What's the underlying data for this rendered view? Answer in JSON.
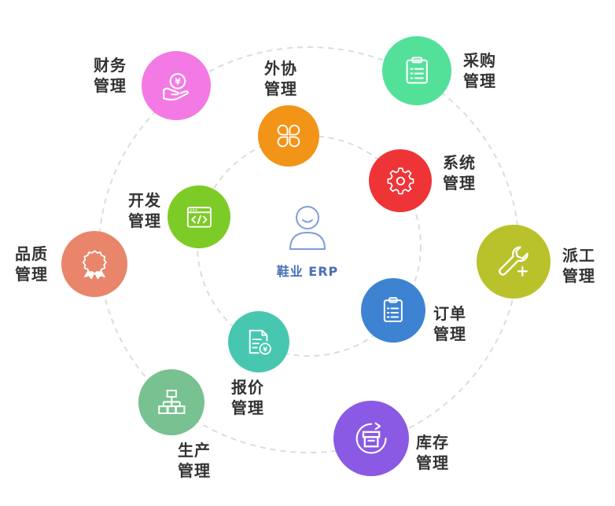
{
  "center": {
    "title": "鞋业 ERP"
  },
  "modules": [
    {
      "name": "finance",
      "line1": "财务",
      "line2": "管理",
      "color": "#f37ae4",
      "icon": "hand-coin-icon"
    },
    {
      "name": "outsourcing",
      "line1": "外协",
      "line2": "管理",
      "color": "#f29418",
      "icon": "clover-icon"
    },
    {
      "name": "purchasing",
      "line1": "采购",
      "line2": "管理",
      "color": "#53e19a",
      "icon": "clipboard-list-icon"
    },
    {
      "name": "system",
      "line1": "系统",
      "line2": "管理",
      "color": "#ef3438",
      "icon": "gear-icon"
    },
    {
      "name": "development",
      "line1": "开发",
      "line2": "管理",
      "color": "#7dcb26",
      "icon": "code-window-icon"
    },
    {
      "name": "dispatch",
      "line1": "派工",
      "line2": "管理",
      "color": "#b9c22a",
      "icon": "wrench-icon"
    },
    {
      "name": "quality",
      "line1": "品质",
      "line2": "管理",
      "color": "#e9856a",
      "icon": "ribbon-badge-icon"
    },
    {
      "name": "order",
      "line1": "订单",
      "line2": "管理",
      "color": "#3d83d2",
      "icon": "clipboard-check-icon"
    },
    {
      "name": "quotation",
      "line1": "报价",
      "line2": "管理",
      "color": "#48c7b0",
      "icon": "document-yen-icon"
    },
    {
      "name": "production",
      "line1": "生产",
      "line2": "管理",
      "color": "#78c190",
      "icon": "org-chart-icon"
    },
    {
      "name": "inventory",
      "line1": "库存",
      "line2": "管理",
      "color": "#8a5ae4",
      "icon": "storage-box-icon"
    }
  ]
}
